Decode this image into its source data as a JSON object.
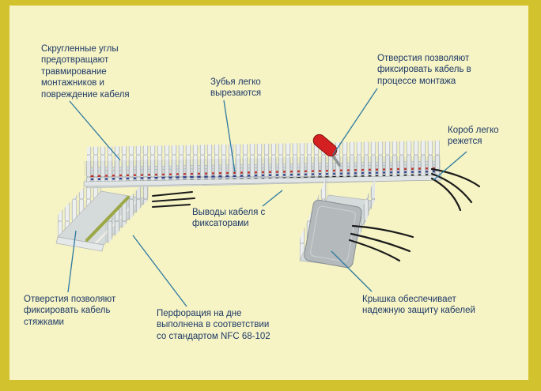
{
  "page": {
    "background_color": "#f6f3c5",
    "border_color": "#d2c32e",
    "text_color": "#1e3a66",
    "leader_color": "#2e7aa0"
  },
  "labels": {
    "rounded_corners": "Скругленные углы предотвращают травмирование монтажников и повреждение кабеля",
    "teeth": "Зубья легко вырезаются",
    "holes_mounting": "Отверстия позволяют фиксировать кабель в процессе монтажа",
    "duct_cut": "Короб легко режется",
    "cable_outlets": "Выводы кабеля с фиксаторами",
    "holes_ties": "Отверстия позволяют фиксировать кабель стяжками",
    "perforation": "Перфорация на дне выполнена в соответствии со стандартом NFC 68-102",
    "cover": "Крышка обеспечивает надежную защиту кабелей"
  },
  "illustration": {
    "duct_color": "#e9ecec",
    "floor_color": "#d5dada",
    "cover_color": "#b4babc",
    "tool_color": "#d42020",
    "cable_colors": {
      "red": "#c22a22",
      "blue": "#2d3c8e",
      "black": "#1a1a1a",
      "green": "#9aa845",
      "white": "#f0efe8"
    }
  }
}
